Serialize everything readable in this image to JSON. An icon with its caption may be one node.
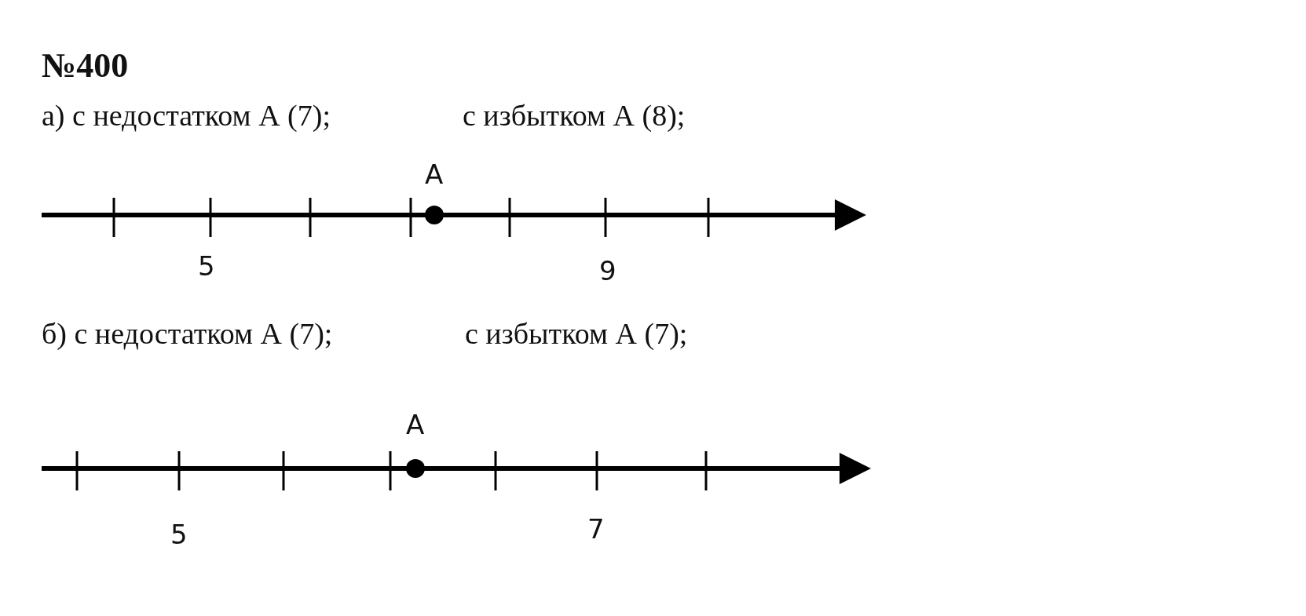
{
  "diagram": {
    "title": "№400",
    "labels": [
      "а) с недостатком А (7);",
      "с избытком А (8);",
      "A",
      "5",
      "9",
      "б) с недостатком А (7);",
      "с избытком А (7);",
      "A",
      "5",
      "7"
    ]
  }
}
